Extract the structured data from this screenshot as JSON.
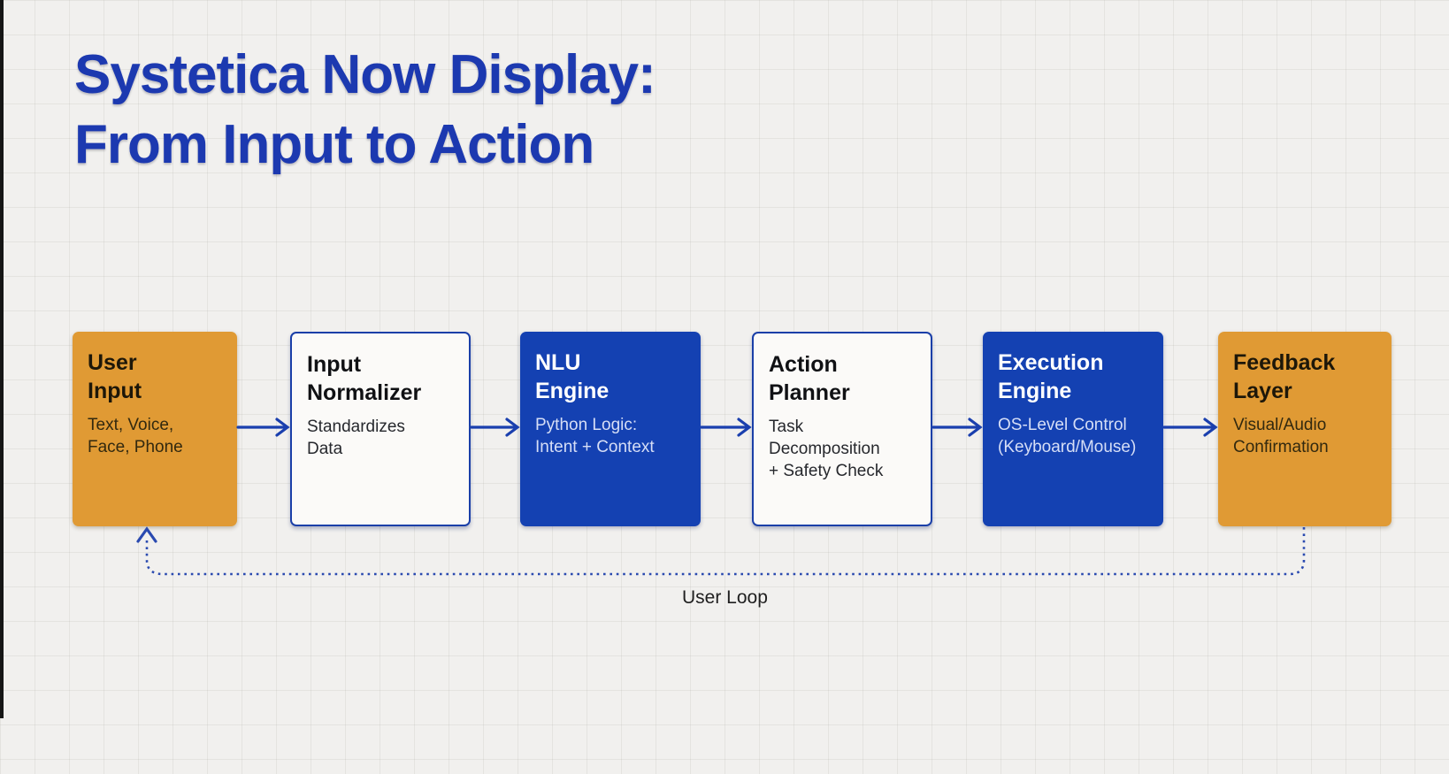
{
  "page": {
    "title": "Systetica Now Display:\nFrom Input to Action"
  },
  "flow": {
    "boxes": [
      {
        "id": "user-input",
        "title": "User\nInput",
        "subtitle": "Text, Voice,\nFace, Phone",
        "style": "orange"
      },
      {
        "id": "input-normalizer",
        "title": "Input\nNormalizer",
        "subtitle": "Standardizes\nData",
        "style": "outline"
      },
      {
        "id": "nlu-engine",
        "title": "NLU\nEngine",
        "subtitle": "Python Logic:\nIntent + Context",
        "style": "blue"
      },
      {
        "id": "action-planner",
        "title": "Action\nPlanner",
        "subtitle": "Task\nDecomposition\n+ Safety Check",
        "style": "outline"
      },
      {
        "id": "execution-engine",
        "title": "Execution\nEngine",
        "subtitle": "OS-Level Control\n(Keyboard/Mouse)",
        "style": "blue"
      },
      {
        "id": "feedback-layer",
        "title": "Feedback\nLayer",
        "subtitle": "Visual/Audio\nConfirmation",
        "style": "orange"
      }
    ],
    "loop_label": "User Loop"
  },
  "colors": {
    "background": "#f1f0ee",
    "title_blue": "#1c39b0",
    "box_blue": "#1441b2",
    "box_orange": "#e09a34",
    "outline_border": "#1a3fa8",
    "arrow_blue": "#1a3fae",
    "loop_dotted_blue": "#2a4ab0"
  }
}
